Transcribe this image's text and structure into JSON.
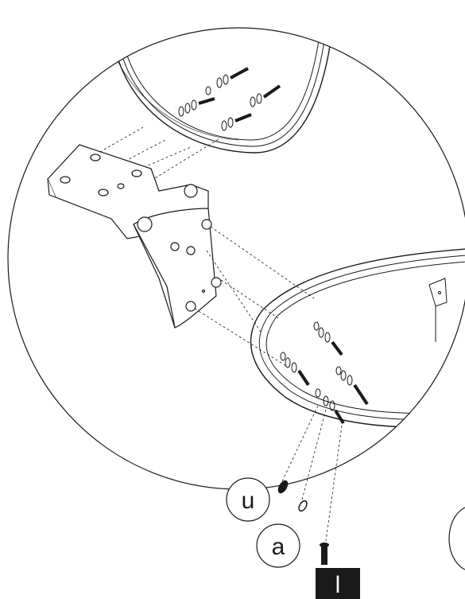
{
  "callouts": {
    "washer_label": "u",
    "lock_washer_label": "a",
    "bolt_label": "l"
  },
  "colors": {
    "line": "#1a1a1a",
    "background": "#ffffff",
    "part_fill": "#ffffff",
    "bolt_fill": "#1a1a1a",
    "bolt_badge": "#1a1a1a",
    "bolt_badge_text": "#ffffff"
  }
}
